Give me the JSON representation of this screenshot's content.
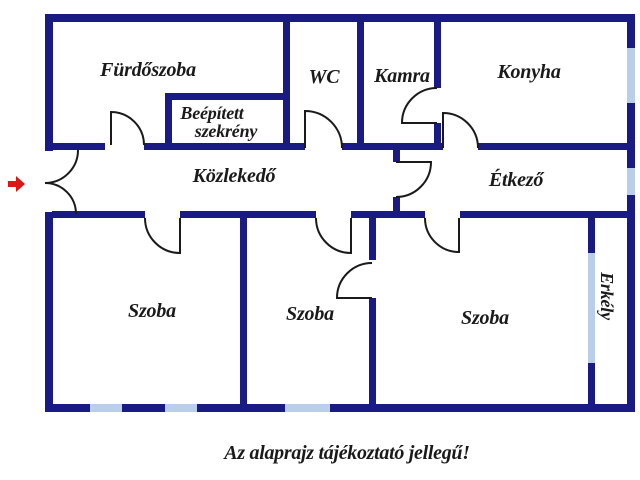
{
  "title_caption": "Az alaprajz tájékoztató jellegű!",
  "rooms": {
    "bathroom": "Fürdőszoba",
    "closet_line1": "Beépített",
    "closet_line2": "szekrény",
    "wc": "WC",
    "pantry": "Kamra",
    "kitchen": "Konyha",
    "hallway": "Közlekedő",
    "dining": "Étkező",
    "room_left": "Szoba",
    "room_middle": "Szoba",
    "room_right": "Szoba",
    "balcony": "Erkély"
  },
  "colors": {
    "wall": "#1a1a85",
    "window": "#b9cfe9",
    "door_line": "#1a1a1a",
    "entrance_arrow": "#dd1515",
    "background": "#ffffff",
    "text": "#1a1a1a"
  }
}
